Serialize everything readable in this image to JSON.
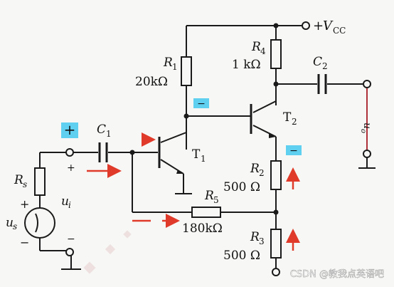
{
  "supply": {
    "label": "+",
    "var": "V",
    "sub": "CC"
  },
  "R1": {
    "letter": "R",
    "sub": "1",
    "value": "20kΩ"
  },
  "R4": {
    "letter": "R",
    "sub": "4",
    "value": "1 kΩ"
  },
  "R2": {
    "letter": "R",
    "sub": "2",
    "value": "500 Ω"
  },
  "R3": {
    "letter": "R",
    "sub": "3",
    "value": "500 Ω"
  },
  "R5": {
    "letter": "R",
    "sub": "5",
    "value": "180kΩ"
  },
  "Rs": {
    "letter": "R",
    "sub": "s"
  },
  "C1": {
    "letter": "C",
    "sub": "1"
  },
  "C2": {
    "letter": "C",
    "sub": "2"
  },
  "T1": {
    "letter": "T",
    "sub": "1"
  },
  "T2": {
    "letter": "T",
    "sub": "2"
  },
  "ui": {
    "letter": "u",
    "sub": "i"
  },
  "us": {
    "letter": "u",
    "sub": "s"
  },
  "uo": {
    "letter": "u",
    "sub": "o"
  },
  "polarity": {
    "plus": "+",
    "minus": "−",
    "ui_plus": "+",
    "ui_minus": "−"
  },
  "badges": {
    "input_plus": "+",
    "t1_collector_minus": "−",
    "t2_emitter_minus": "−"
  },
  "watermark": "CSDN @教我点英语吧",
  "colors": {
    "wire": "#1a1a1a",
    "arrow": "#e03a2a",
    "badge_bg": "#5fd0f0",
    "output_wire": "#b0303a"
  }
}
